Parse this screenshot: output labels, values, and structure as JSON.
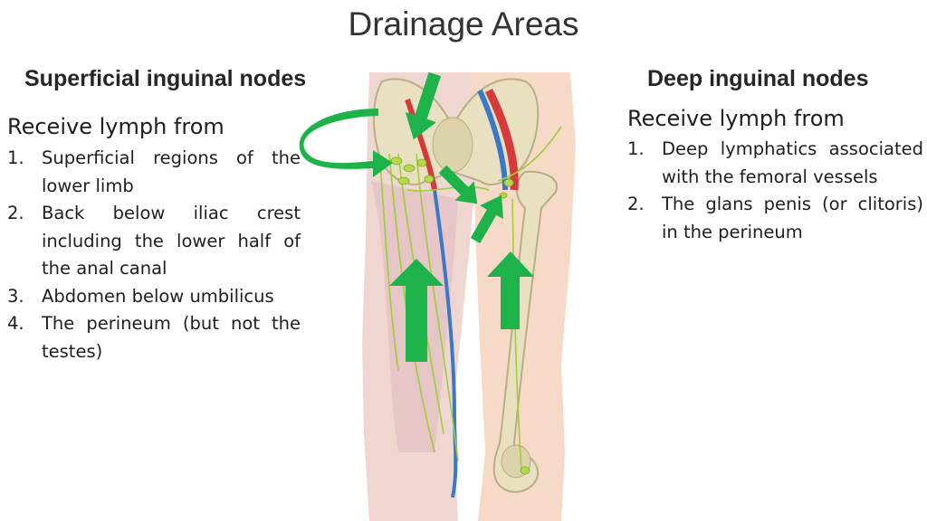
{
  "slide": {
    "title": "Drainage Areas"
  },
  "superficial": {
    "heading": "Superficial  inguinal nodes",
    "intro": "Receive lymph from",
    "items": [
      {
        "num": "1.",
        "text": "Superficial regions of  the lower limb"
      },
      {
        "num": "2.",
        "text": "Back below iliac crest including the lower half of the anal canal"
      },
      {
        "num": "3.",
        "text": "Abdomen below umbilicus"
      },
      {
        "num": "4.",
        "text": "The perineum (but not the testes)"
      }
    ]
  },
  "deep": {
    "heading": "Deep inguinal nodes",
    "intro": "Receive lymph from",
    "items": [
      {
        "num": "1.",
        "text": "Deep lymphatics associated with the femoral vessels"
      },
      {
        "num": "2.",
        "text": "The glans penis (or clitoris) in the perineum"
      }
    ]
  },
  "illustration": {
    "subject": "anterior view of pelvis and thigh with inguinal lymph nodes and vessels",
    "arrow_color": "#1db34a",
    "node_color": "#b6d94a",
    "vein_color": "#3a78c8",
    "artery_color": "#d63a3a",
    "bone_color": "#e8e0c0",
    "skin_color": "#f6d9c6"
  }
}
